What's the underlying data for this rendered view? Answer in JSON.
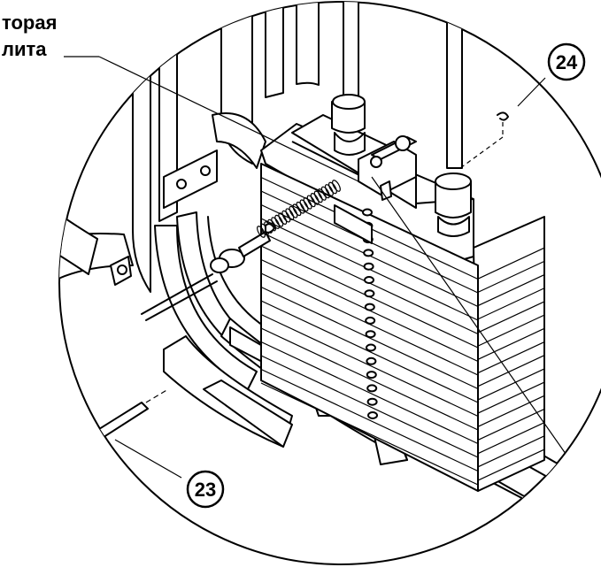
{
  "label": {
    "line1": "торая",
    "line2": "лита"
  },
  "callouts": [
    {
      "number": "24",
      "target": "retaining-clip"
    },
    {
      "number": "23",
      "target": "guide-rod-pin"
    }
  ],
  "colors": {
    "line": "#000000",
    "background": "#ffffff"
  }
}
